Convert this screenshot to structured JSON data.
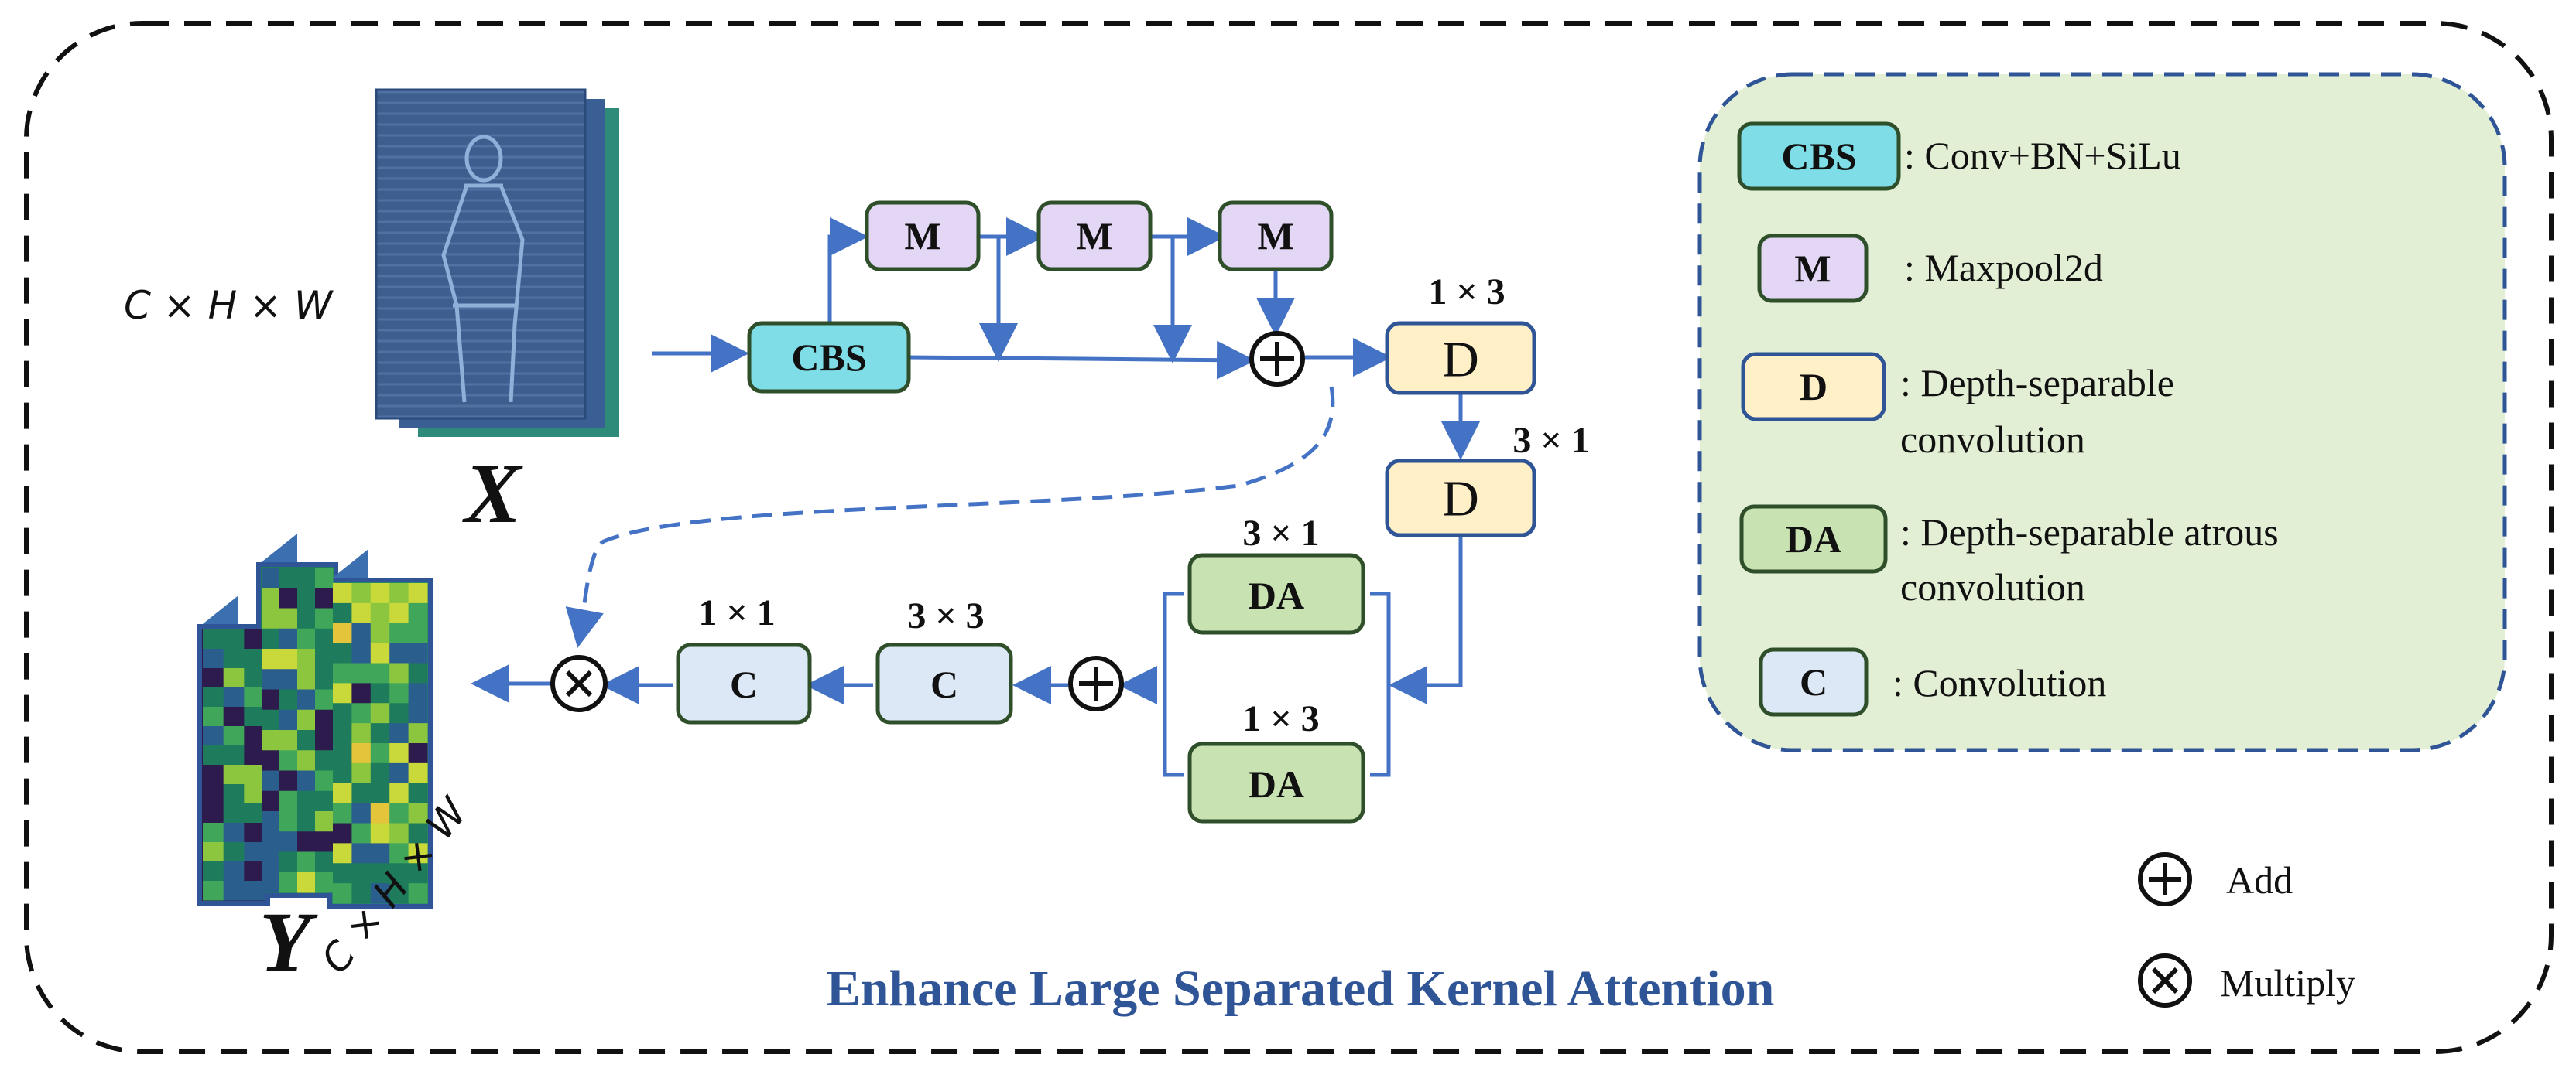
{
  "title": "Enhance Large Separated Kernel Attention",
  "input": {
    "dims": "C × H × W",
    "label": "X"
  },
  "output": {
    "dims": "C × H × W",
    "label": "Y"
  },
  "blocks": {
    "cbs": "CBS",
    "m1": "M",
    "m2": "M",
    "m3": "M",
    "d1": "D",
    "d2": "D",
    "da1": "DA",
    "da2": "DA",
    "c1": "C",
    "c2": "C"
  },
  "kernel_sizes": {
    "d1": "1 × 3",
    "d2": "3 × 1",
    "da1": "3 × 1",
    "da2": "1 × 3",
    "c_3x3": "3 × 3",
    "c_1x1": "1 × 1"
  },
  "legend": {
    "items": [
      {
        "box": "CBS",
        "text": [
          ": Conv+BN+SiLu"
        ],
        "color": "#7FDDE8"
      },
      {
        "box": "M",
        "text": [
          ": Maxpool2d"
        ],
        "color": "#E3D7F5"
      },
      {
        "box": "D",
        "text": [
          ": Depth-separable",
          "convolution"
        ],
        "color": "#FFF0C8"
      },
      {
        "box": "DA",
        "text": [
          ": Depth-separable atrous",
          "convolution"
        ],
        "color": "#C9E2B2"
      },
      {
        "box": "C",
        "text": [
          ": Convolution"
        ],
        "color": "#DCE8F5"
      }
    ],
    "add_label": "Add",
    "multiply_label": "Multiply"
  },
  "colors": {
    "arrow": "#4472C4",
    "box_border": "#2E4F2A",
    "legend_bg": "#E2EFD5",
    "legend_border": "#2F5597",
    "title": "#2F5597"
  },
  "icons": [
    "add-icon",
    "multiply-icon"
  ]
}
